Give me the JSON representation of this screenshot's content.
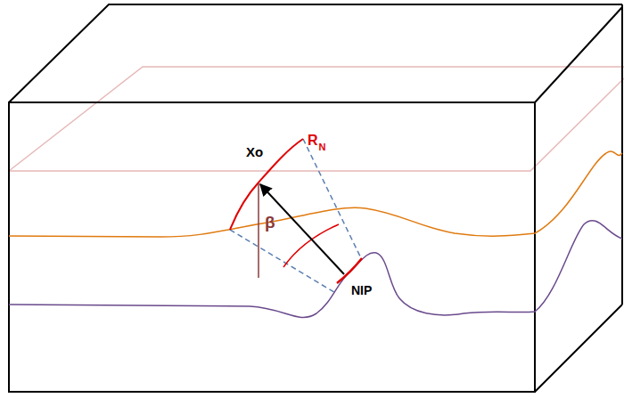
{
  "diagram": {
    "labels": [
      "Xo",
      "R",
      "N",
      "β",
      "NIP"
    ]
  }
}
